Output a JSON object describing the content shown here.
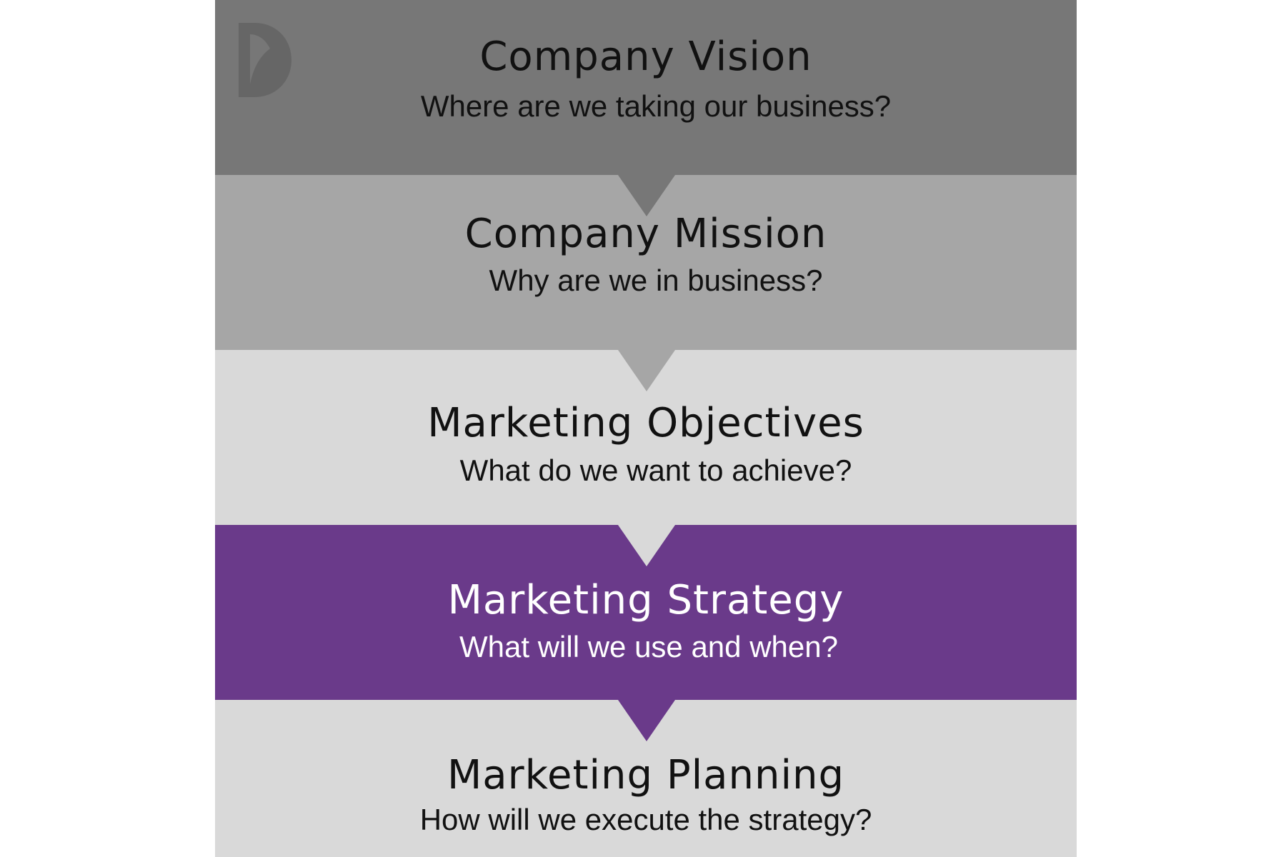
{
  "colors": {
    "vision": "#777777",
    "mission": "#a6a6a6",
    "objectives": "#d9d9d9",
    "strategy": "#6a3a8a",
    "planning": "#d9d9d9"
  },
  "logo": {
    "icon": "d-logo-icon"
  },
  "steps": [
    {
      "title": "Company Vision",
      "question": "Where are we taking our business?"
    },
    {
      "title": "Company Mission",
      "question": "Why are we in business?"
    },
    {
      "title": "Marketing Objectives",
      "question": "What do we want to achieve?"
    },
    {
      "title": "Marketing Strategy",
      "question": "What will we use and when?"
    },
    {
      "title": "Marketing Planning",
      "question": "How will we execute the strategy?"
    }
  ]
}
